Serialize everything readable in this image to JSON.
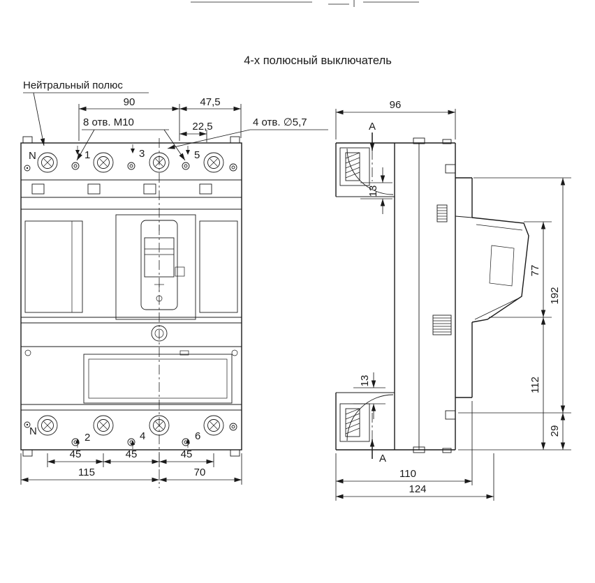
{
  "title": "4-х полюсный выключатель",
  "colors": {
    "line": "#1a1a1a",
    "background": "#ffffff"
  },
  "front_view": {
    "callouts": {
      "neutral_pole": "Нейтральный полюс",
      "mount_holes": "8 отв. М10",
      "small_holes": "4 отв. ∅5,7"
    },
    "pole_labels_top": [
      "N",
      "1",
      "3",
      "5"
    ],
    "pole_labels_bottom": [
      "N",
      "2",
      "4",
      "6"
    ],
    "dimensions": {
      "top_span": "90",
      "top_right": "47,5",
      "top_offset": "22,5",
      "pitch_a": "45",
      "pitch_b": "45",
      "pitch_c": "45",
      "bottom_left": "115",
      "bottom_right": "70"
    }
  },
  "side_view": {
    "section_marks": {
      "top": "А",
      "bottom": "А"
    },
    "dimensions": {
      "width_top": "96",
      "pad_top": "13",
      "front_upper": "77",
      "height_overall": "192",
      "front_lower": "112",
      "base_height": "29",
      "pad_bottom": "13",
      "width_bottom": "110",
      "width_overall": "124"
    }
  }
}
